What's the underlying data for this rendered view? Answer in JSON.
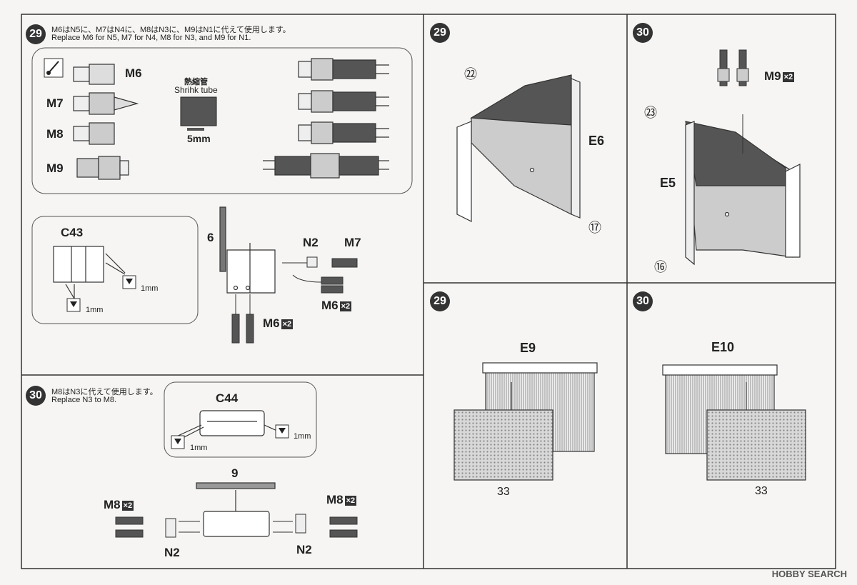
{
  "step29": {
    "number": "29",
    "instruction_jp": "M6はN5に、M7はN4に、M8はN3に、M9はN1に代えて使用します。",
    "instruction_en": "Replace M6 for N5, M7 for N4, M8 for N3, and M9 for N1.",
    "parts": [
      "M6",
      "M7",
      "M8",
      "M9"
    ],
    "tube_label_jp": "熱縮管",
    "tube_label_en": "Shrihk tube",
    "tube_length": "5mm",
    "c43_label": "C43",
    "drill_1mm_a": "1mm",
    "drill_1mm_b": "1mm",
    "part_6": "6",
    "part_n2": "N2",
    "part_m7": "M7",
    "part_m6x2": "M6",
    "part_m6x2_b": "M6",
    "x2": "×2"
  },
  "step30": {
    "number": "30",
    "instruction_jp": "M8はN3に代えて使用します。",
    "instruction_en": "Replace N3 to M8.",
    "c44_label": "C44",
    "drill_1mm_a": "1mm",
    "drill_1mm_b": "1mm",
    "part_9": "9",
    "part_m8_left": "M8",
    "part_m8_right": "M8",
    "part_n2_left": "N2",
    "part_n2_right": "N2",
    "x2": "×2"
  },
  "panel_top_mid": {
    "number": "29",
    "part_22": "㉒",
    "part_e6": "E6",
    "part_17": "⑰"
  },
  "panel_top_right": {
    "number": "30",
    "part_23": "㉓",
    "part_e5": "E5",
    "part_16": "⑯",
    "part_m9": "M9",
    "x2": "×2"
  },
  "panel_bottom_mid": {
    "number": "29",
    "part_e9": "E9",
    "part_33": "33"
  },
  "panel_bottom_right": {
    "number": "30",
    "part_e10": "E10",
    "part_33": "33"
  },
  "watermark": {
    "logo": "HOBBY",
    "text": "HOBBY SEARCH"
  }
}
